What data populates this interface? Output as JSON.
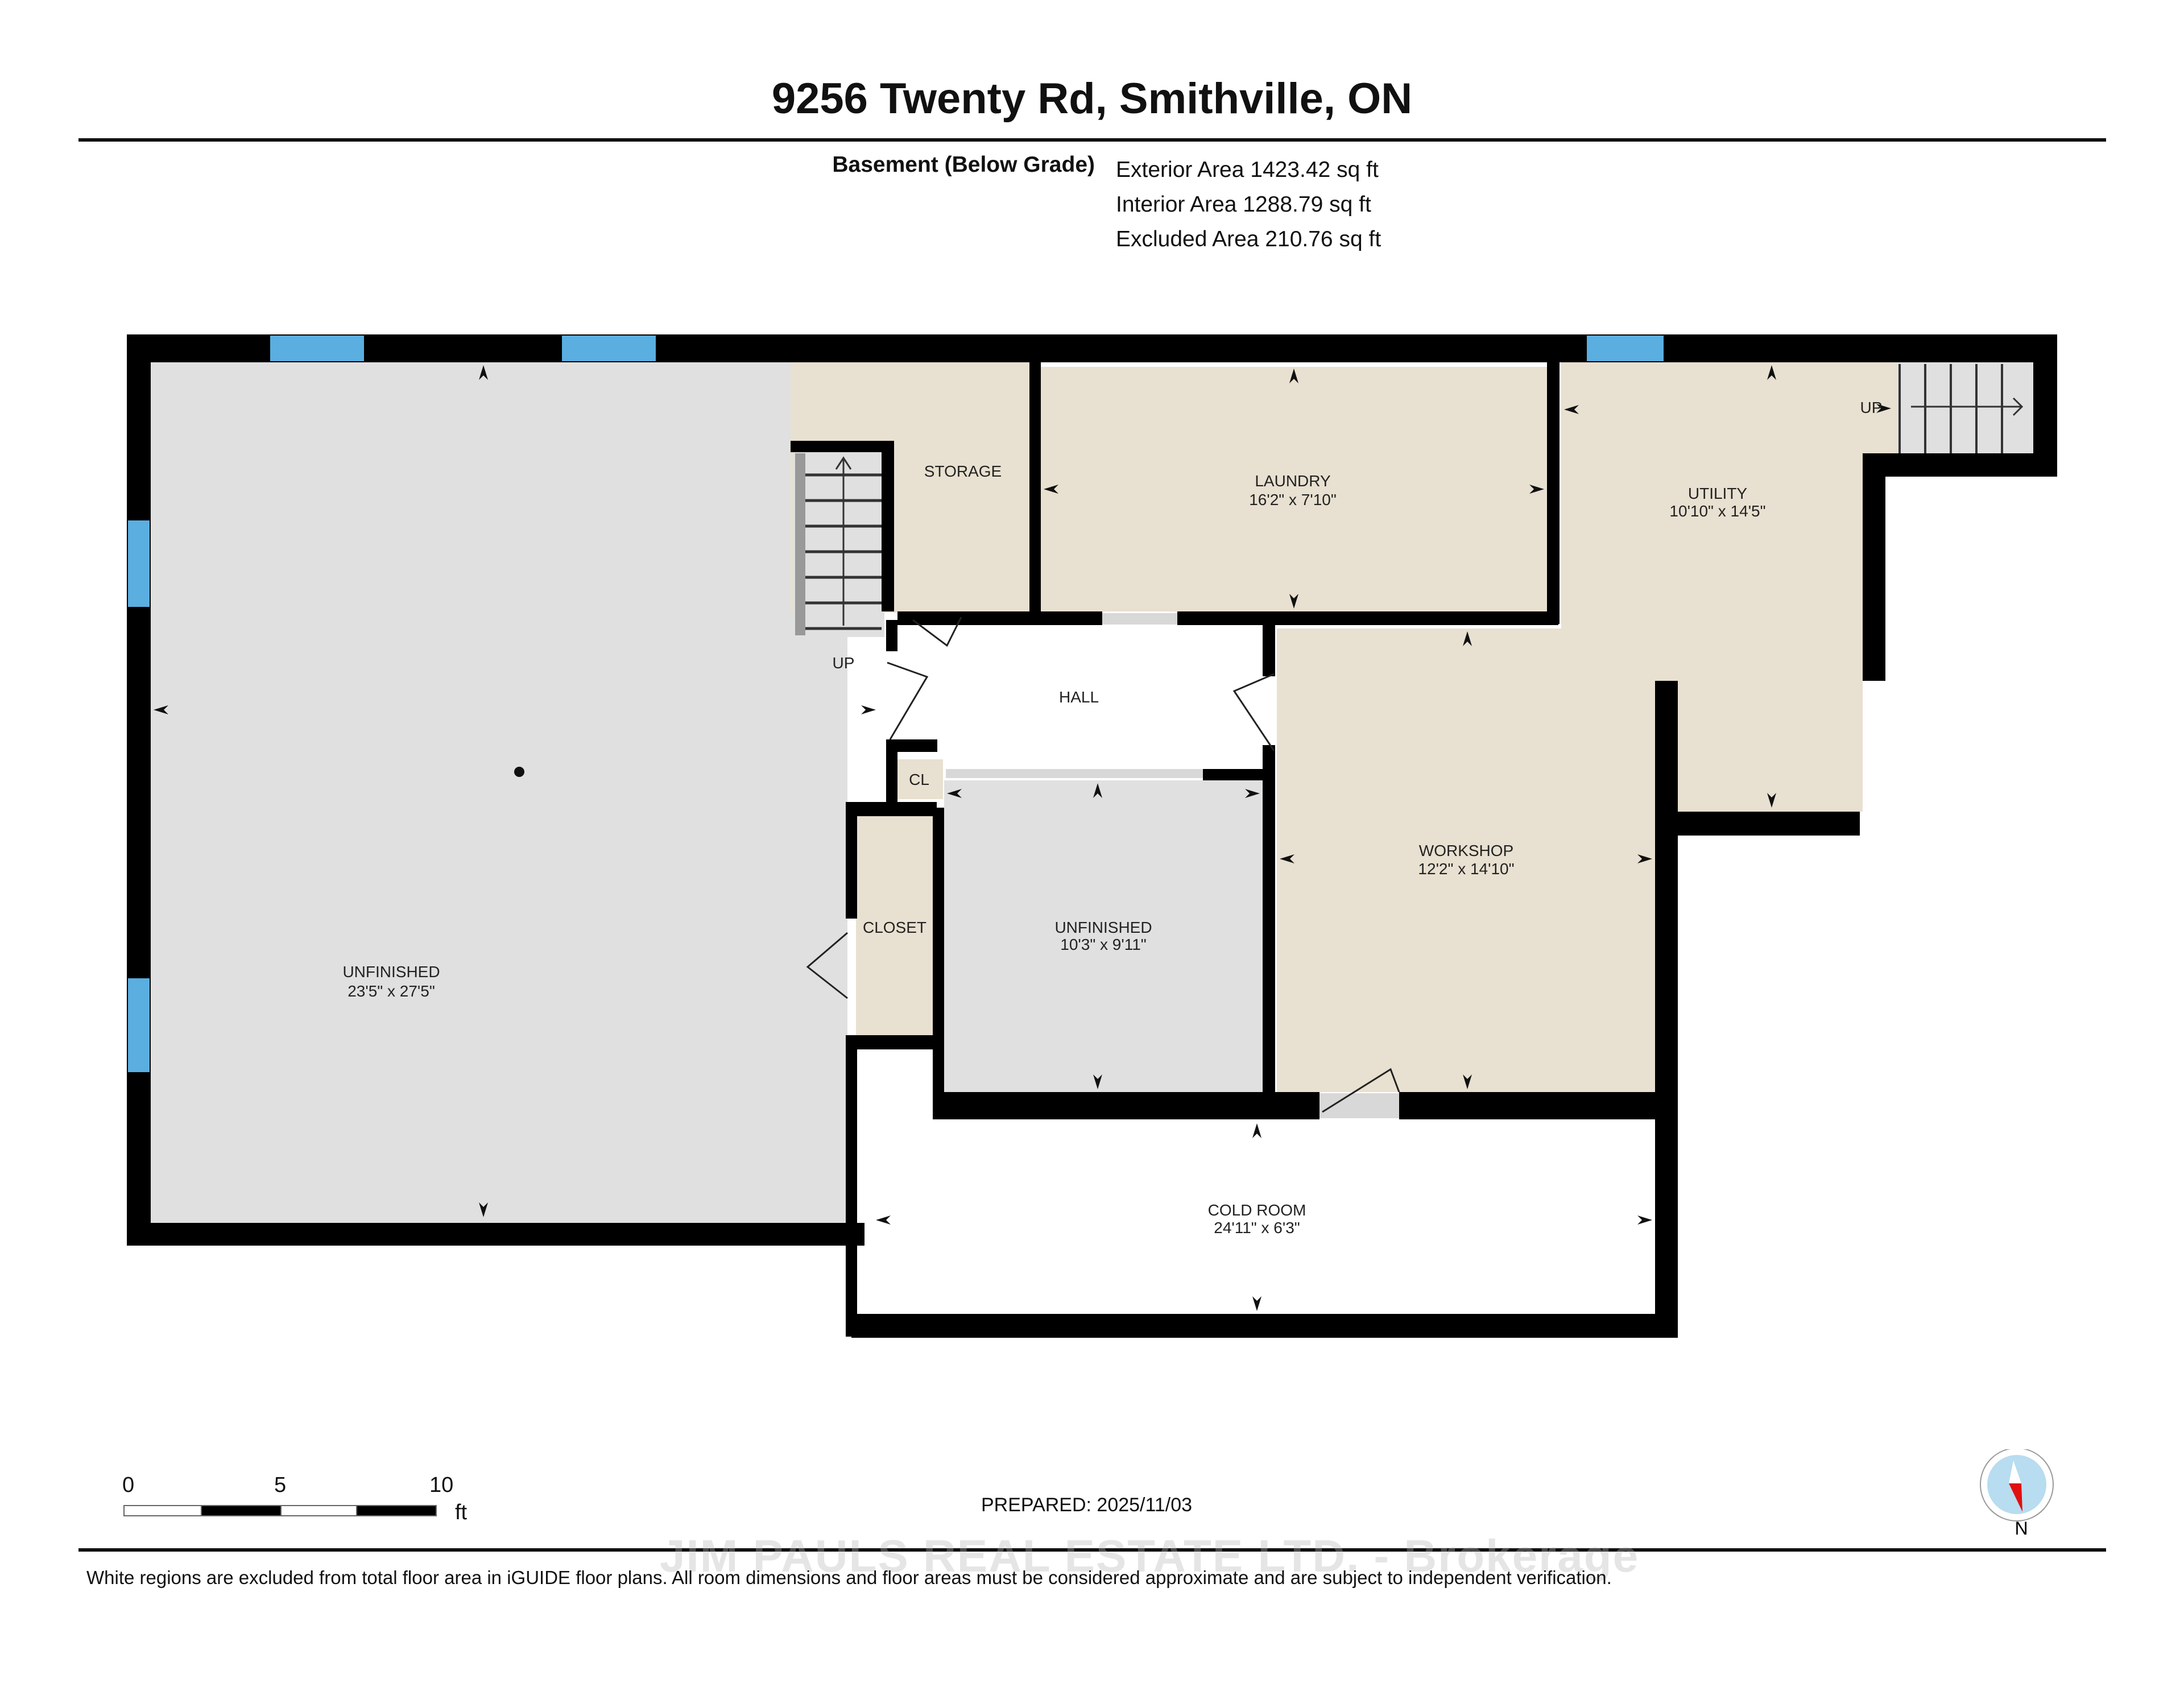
{
  "header": {
    "title": "9256 Twenty Rd, Smithville, ON",
    "level": "Basement (Below Grade)",
    "areas": {
      "exterior": "Exterior Area 1423.42 sq ft",
      "interior": "Interior Area 1288.79 sq ft",
      "excluded": "Excluded Area 210.76 sq ft"
    }
  },
  "rooms": {
    "unfinished_main": {
      "name": "UNFINISHED",
      "dims": "23'5\" x 27'5\""
    },
    "storage": {
      "name": "STORAGE"
    },
    "laundry": {
      "name": "LAUNDRY",
      "dims": "16'2\" x 7'10\""
    },
    "utility": {
      "name": "UTILITY",
      "dims": "10'10\" x 14'5\""
    },
    "hall": {
      "name": "HALL"
    },
    "cl": {
      "name": "CL"
    },
    "closet": {
      "name": "CLOSET"
    },
    "unfinished_small": {
      "name": "UNFINISHED",
      "dims": "10'3\" x 9'11\""
    },
    "workshop": {
      "name": "WORKSHOP",
      "dims": "12'2\" x 14'10\""
    },
    "cold_room": {
      "name": "COLD ROOM",
      "dims": "24'11\" x 6'3\""
    }
  },
  "stairs": {
    "left_label": "UP",
    "right_label": "UP"
  },
  "colors": {
    "wall": "#000000",
    "unfinished_fill": "#e0e0e0",
    "finished_fill": "#e8e0d0",
    "excluded_fill": "#ffffff",
    "window": "#5aaee0",
    "compass_needle": "#e01010",
    "compass_face": "#b8dcf0"
  },
  "scale_bar": {
    "ticks": [
      "0",
      "5",
      "10"
    ],
    "unit": "ft"
  },
  "footer": {
    "prepared": "PREPARED: 2025/11/03",
    "watermark": "JIM PAULS REAL ESTATE LTD. - Brokerage",
    "disclaimer": "White regions are excluded from total floor area in iGUIDE floor plans. All room dimensions and floor areas must be considered approximate and are subject to independent verification.",
    "compass_label": "N"
  }
}
